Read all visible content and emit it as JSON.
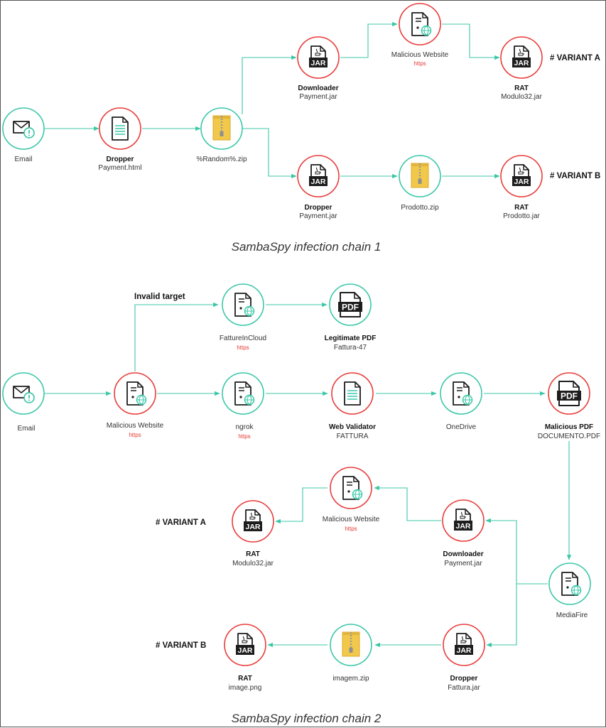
{
  "colors": {
    "teal": "#3cc7a8",
    "red": "#ea3b3b",
    "https": "#e53935",
    "zip": "#f2c84b",
    "dark": "#1d1d1d"
  },
  "chain1": {
    "caption": "SambaSpy infection chain 1",
    "email": {
      "icon": "mail-alert-icon",
      "label": "Email"
    },
    "dropper_html": {
      "icon": "document-icon",
      "title": "Dropper",
      "file": "Payment.html"
    },
    "zip": {
      "icon": "zip-folder-icon",
      "label": "%Random%.zip"
    },
    "downloader": {
      "icon": "jar-icon",
      "title": "Downloader",
      "file": "Payment.jar"
    },
    "malicious_website": {
      "icon": "server-globe-icon",
      "label": "Malicious Website",
      "proto": "https"
    },
    "rat_a": {
      "icon": "jar-icon",
      "title": "RAT",
      "file": "Modulo32.jar"
    },
    "dropper_jar": {
      "icon": "jar-icon",
      "title": "Dropper",
      "file": "Payment.jar"
    },
    "prodotto_zip": {
      "icon": "zip-folder-icon",
      "label": "Prodotto.zip"
    },
    "rat_b": {
      "icon": "jar-icon",
      "title": "RAT",
      "file": "Prodotto.jar"
    },
    "variant_a": "# VARIANT A",
    "variant_b": "# VARIANT B"
  },
  "chain2": {
    "caption": "SambaSpy infection chain 2",
    "invalid_target": "Invalid target",
    "fattureincloud": {
      "icon": "server-globe-icon",
      "label": "FattureInCloud",
      "proto": "https"
    },
    "legit_pdf": {
      "icon": "pdf-icon",
      "title": "Legitimate PDF",
      "file": "Fattura-47"
    },
    "email": {
      "icon": "mail-alert-icon",
      "label": "Email"
    },
    "malicious_website": {
      "icon": "server-globe-icon",
      "label": "Malicious Website",
      "proto": "https"
    },
    "ngrok": {
      "icon": "server-globe-icon",
      "label": "ngrok",
      "proto": "https"
    },
    "web_validator": {
      "icon": "document-icon",
      "title": "Web Validator",
      "file": "FATTURA"
    },
    "onedrive": {
      "icon": "server-globe-icon",
      "label": "OneDrive"
    },
    "malicious_pdf": {
      "icon": "pdf-icon",
      "title": "Malicious PDF",
      "file": "DOCUMENTO.PDF"
    },
    "mw2": {
      "icon": "server-globe-icon",
      "label": "Malicious Website",
      "proto": "https"
    },
    "rat_a": {
      "icon": "jar-icon",
      "title": "RAT",
      "file": "Modulo32.jar"
    },
    "downloader": {
      "icon": "jar-icon",
      "title": "Downloader",
      "file": "Payment.jar"
    },
    "mediafire": {
      "icon": "server-globe-icon",
      "label": "MediaFire"
    },
    "rat_b": {
      "icon": "jar-icon",
      "title": "RAT",
      "file": "image.png"
    },
    "imagem_zip": {
      "icon": "zip-folder-icon",
      "label": "imagem.zip"
    },
    "dropper": {
      "icon": "jar-icon",
      "title": "Dropper",
      "file": "Fattura.jar"
    },
    "variant_a": "# VARIANT A",
    "variant_b": "# VARIANT B"
  },
  "pdf_text": "PDF",
  "jar_text": "JAR"
}
